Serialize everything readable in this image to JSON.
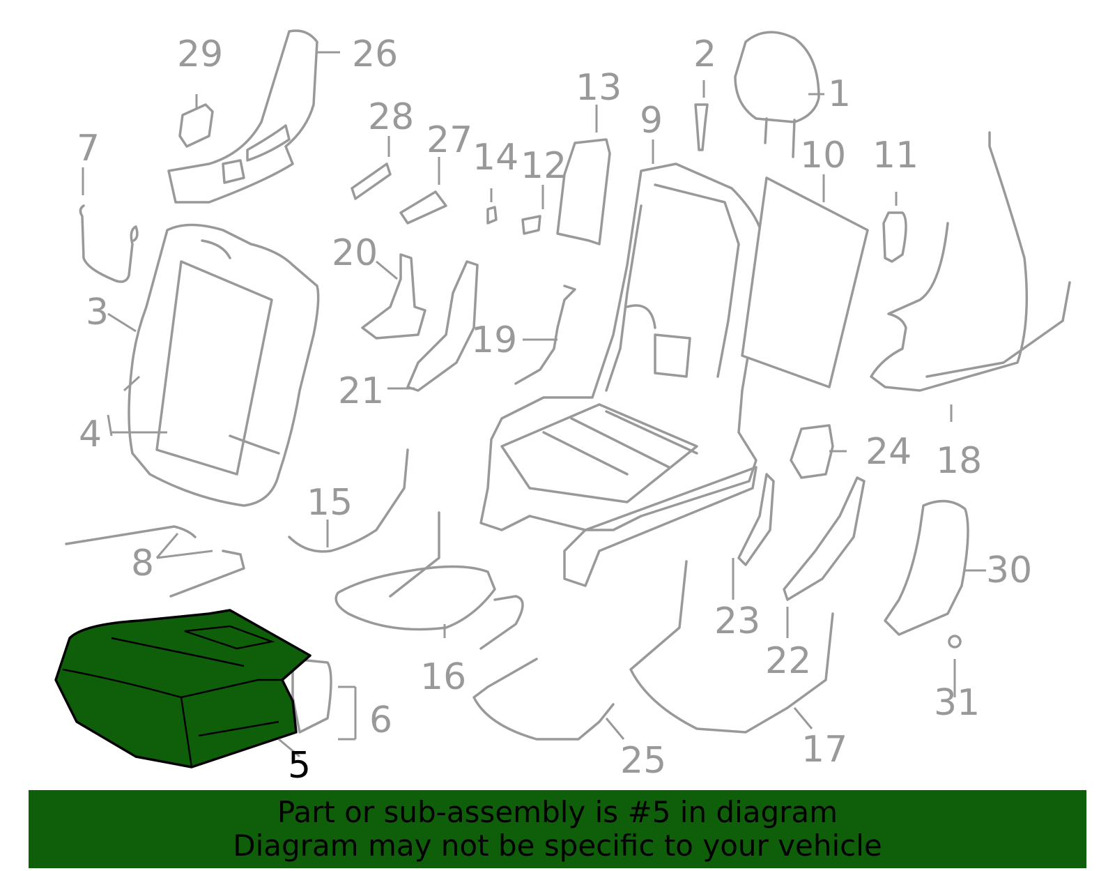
{
  "colors": {
    "part_stroke": "#999999",
    "highlight_fill": "#0f5f0a",
    "banner_bg": "#0f5f0a",
    "banner_text": "#000000"
  },
  "callouts": [
    "1",
    "2",
    "3",
    "4",
    "5",
    "6",
    "7",
    "8",
    "9",
    "10",
    "11",
    "12",
    "13",
    "14",
    "15",
    "16",
    "17",
    "18",
    "19",
    "20",
    "21",
    "22",
    "23",
    "24",
    "25",
    "26",
    "27",
    "28",
    "29",
    "30",
    "31"
  ],
  "highlighted_part": "5",
  "banner": {
    "line1": "Part or sub-assembly is #5 in diagram",
    "line2": "Diagram may not be specific to your vehicle"
  }
}
